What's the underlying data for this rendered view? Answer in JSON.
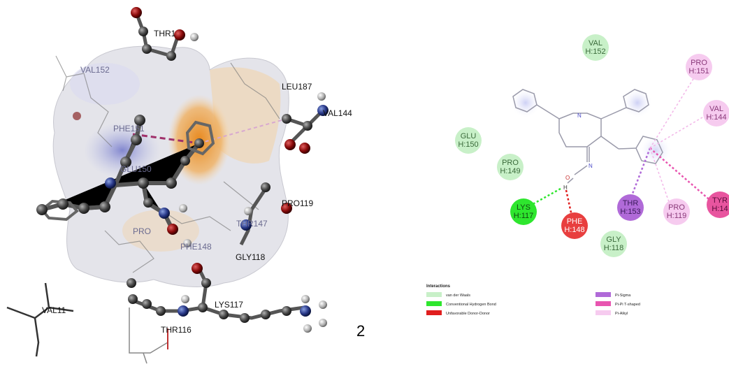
{
  "panel_number": "2",
  "left_labels": {
    "thr": "THR1",
    "val152": "VAL152",
    "leu187": "LEU187",
    "val144": "VAL144",
    "phe151": "PHE151",
    "glu150": "GLU150",
    "pro": "PRO",
    "pro119": "PRO119",
    "thr147": "THR147",
    "phe148": "PHE148",
    "gly118": "GLY118",
    "lys117": "LYS117",
    "val11": "VAL11",
    "thr116": "THR116"
  },
  "residues": {
    "val152": {
      "name": "VAL",
      "num": "H:152",
      "color": "#c8f0c8"
    },
    "pro151": {
      "name": "PRO",
      "num": "H:151",
      "color": "#f6cbef"
    },
    "val144": {
      "name": "VAL",
      "num": "H:144",
      "color": "#f6cbef"
    },
    "glu150": {
      "name": "GLU",
      "num": "H:150",
      "color": "#c8f0c8"
    },
    "pro149": {
      "name": "PRO",
      "num": "H:149",
      "color": "#c8f0c8"
    },
    "lys117": {
      "name": "LYS",
      "num": "H:117",
      "color": "#2ee62e"
    },
    "phe148": {
      "name": "PHE",
      "num": "H:148",
      "color": "#e83f3f"
    },
    "thr153": {
      "name": "THR",
      "num": "H:153",
      "color": "#b06ad8"
    },
    "pro119": {
      "name": "PRO",
      "num": "H:119",
      "color": "#f6cbef"
    },
    "tyr14x": {
      "name": "TYR",
      "num": "H:14",
      "color": "#e8559f"
    },
    "gly118": {
      "name": "GLY",
      "num": "H:118",
      "color": "#c8f0c8"
    }
  },
  "atoms": {
    "n1": "N",
    "n2": "N",
    "o": "O",
    "h": "H"
  },
  "legend": {
    "title": "Interactions",
    "items": [
      {
        "label": "van der Waals",
        "color": "#c8f0c8"
      },
      {
        "label": "Conventional Hydrogen Bond",
        "color": "#2ee62e"
      },
      {
        "label": "Unfavorable Donor-Donor",
        "color": "#e01e1e"
      },
      {
        "label": "Pi-Sigma",
        "color": "#b06ad8"
      },
      {
        "label": "Pi-Pi T-shaped",
        "color": "#e855b0"
      },
      {
        "label": "Pi-Alkyl",
        "color": "#f6cbef"
      }
    ]
  }
}
